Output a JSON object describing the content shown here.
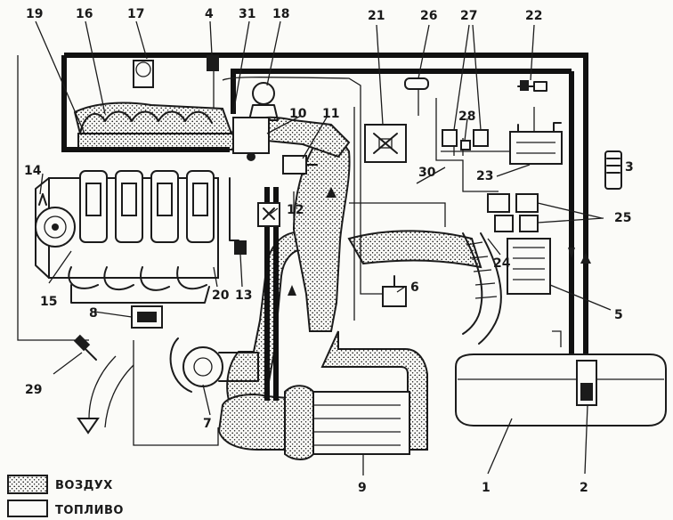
{
  "colors": {
    "ink": "#1b1b1b",
    "paper": "#fbfbf8",
    "air_pattern": "stippled dots"
  },
  "callouts": [
    {
      "id": "c19",
      "text": "19"
    },
    {
      "id": "c16",
      "text": "16"
    },
    {
      "id": "c17",
      "text": "17"
    },
    {
      "id": "c4",
      "text": "4"
    },
    {
      "id": "c31",
      "text": "31"
    },
    {
      "id": "c18",
      "text": "18"
    },
    {
      "id": "c21",
      "text": "21"
    },
    {
      "id": "c26",
      "text": "26"
    },
    {
      "id": "c27",
      "text": "27"
    },
    {
      "id": "c22",
      "text": "22"
    },
    {
      "id": "c10",
      "text": "10"
    },
    {
      "id": "c11",
      "text": "11"
    },
    {
      "id": "c28",
      "text": "28"
    },
    {
      "id": "c3",
      "text": "3"
    },
    {
      "id": "c14",
      "text": "14"
    },
    {
      "id": "c30",
      "text": "30"
    },
    {
      "id": "c23",
      "text": "23"
    },
    {
      "id": "c12",
      "text": "12"
    },
    {
      "id": "c25",
      "text": "25"
    },
    {
      "id": "c15",
      "text": "15"
    },
    {
      "id": "c24",
      "text": "24"
    },
    {
      "id": "c20",
      "text": "20"
    },
    {
      "id": "c13",
      "text": "13"
    },
    {
      "id": "c6",
      "text": "6"
    },
    {
      "id": "c5",
      "text": "5"
    },
    {
      "id": "c8",
      "text": "8"
    },
    {
      "id": "c29",
      "text": "29"
    },
    {
      "id": "c7",
      "text": "7"
    },
    {
      "id": "c9",
      "text": "9"
    },
    {
      "id": "c1",
      "text": "1"
    },
    {
      "id": "c2",
      "text": "2"
    }
  ],
  "legend": {
    "air_label": "ВОЗДУХ",
    "fuel_label": "ТОПЛИВО"
  }
}
